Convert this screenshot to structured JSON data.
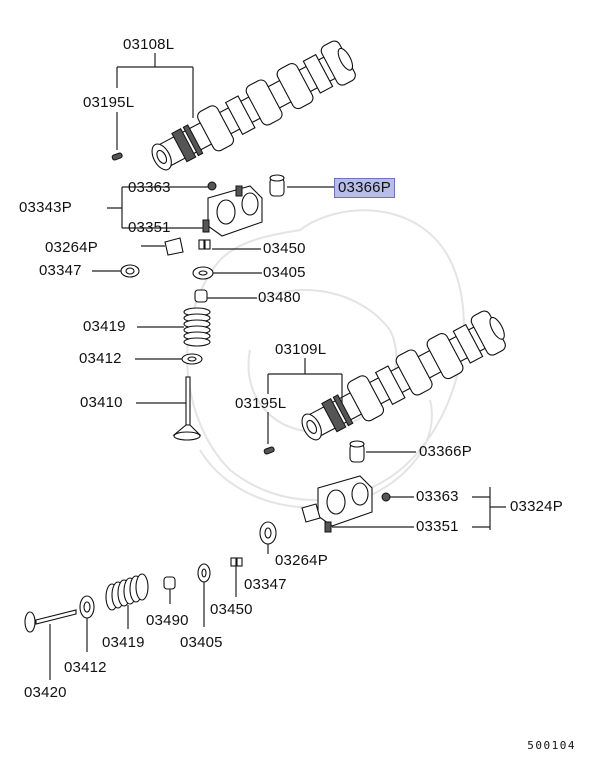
{
  "labels": {
    "l03108L": "03108L",
    "l03195L_top": "03195L",
    "l03363_top": "03363",
    "l03343P": "03343P",
    "l03351_top": "03351",
    "l03366P_top": "03366P",
    "l03264P_top": "03264P",
    "l03450_top": "03450",
    "l03347_top": "03347",
    "l03405_top": "03405",
    "l03480": "03480",
    "l03419_top": "03419",
    "l03412_top": "03412",
    "l03410": "03410",
    "l03109L": "03109L",
    "l03195L_mid": "03195L",
    "l03366P_mid": "03366P",
    "l03363_mid": "03363",
    "l03324P": "03324P",
    "l03351_mid": "03351",
    "l03264P_mid": "03264P",
    "l03347_mid": "03347",
    "l03490": "03490",
    "l03450_bot": "03450",
    "l03419_bot": "03419",
    "l03405_bot": "03405",
    "l03412_bot": "03412",
    "l03420": "03420"
  },
  "highlight_color": "#b8bde8",
  "diagram_code": "500104"
}
